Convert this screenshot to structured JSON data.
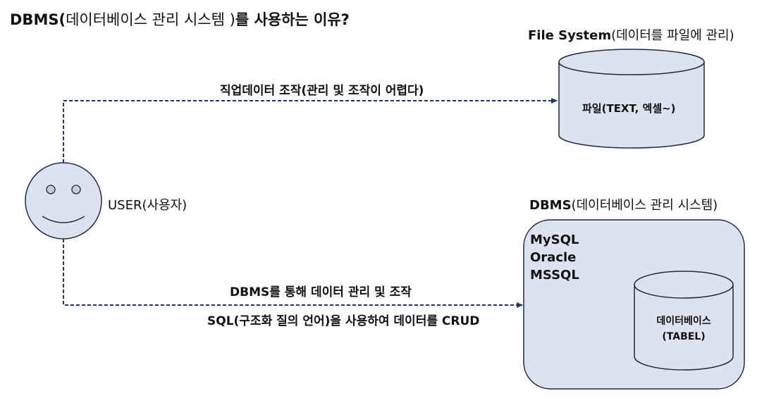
{
  "title": {
    "bold_prefix": "DBMS(",
    "normal_part": "데이터베이스 관리 시스템 )",
    "bold_suffix": "를 사용하는 이유?"
  },
  "file_system": {
    "heading_bold": "File System",
    "heading_normal": "(데이터를 파일에 관리)",
    "cylinder_label": "파일(TEXT, 엑셀~)"
  },
  "user": {
    "label": "USER(사용자)"
  },
  "arrow_top": {
    "label": "직업데이터 조작(관리 및 조작이 어렵다)"
  },
  "arrow_bottom": {
    "label_line1": "DBMS를 통해 데이터 관리 및 조작",
    "label_line2": "SQL(구조화 질의 언어)을 사용하여 데이터를 CRUD"
  },
  "dbms": {
    "heading_bold": "DBMS",
    "heading_normal": "(데이터베이스 관리 시스템)",
    "products": [
      "MySQL",
      "Oracle",
      "MSSQL"
    ],
    "db_label_line1": "데이터베이스",
    "db_label_line2": "(TABEL)"
  },
  "colors": {
    "arrow": "#1f3864",
    "shape_fill": "#dde3ee",
    "outline": "#1f2a44"
  }
}
